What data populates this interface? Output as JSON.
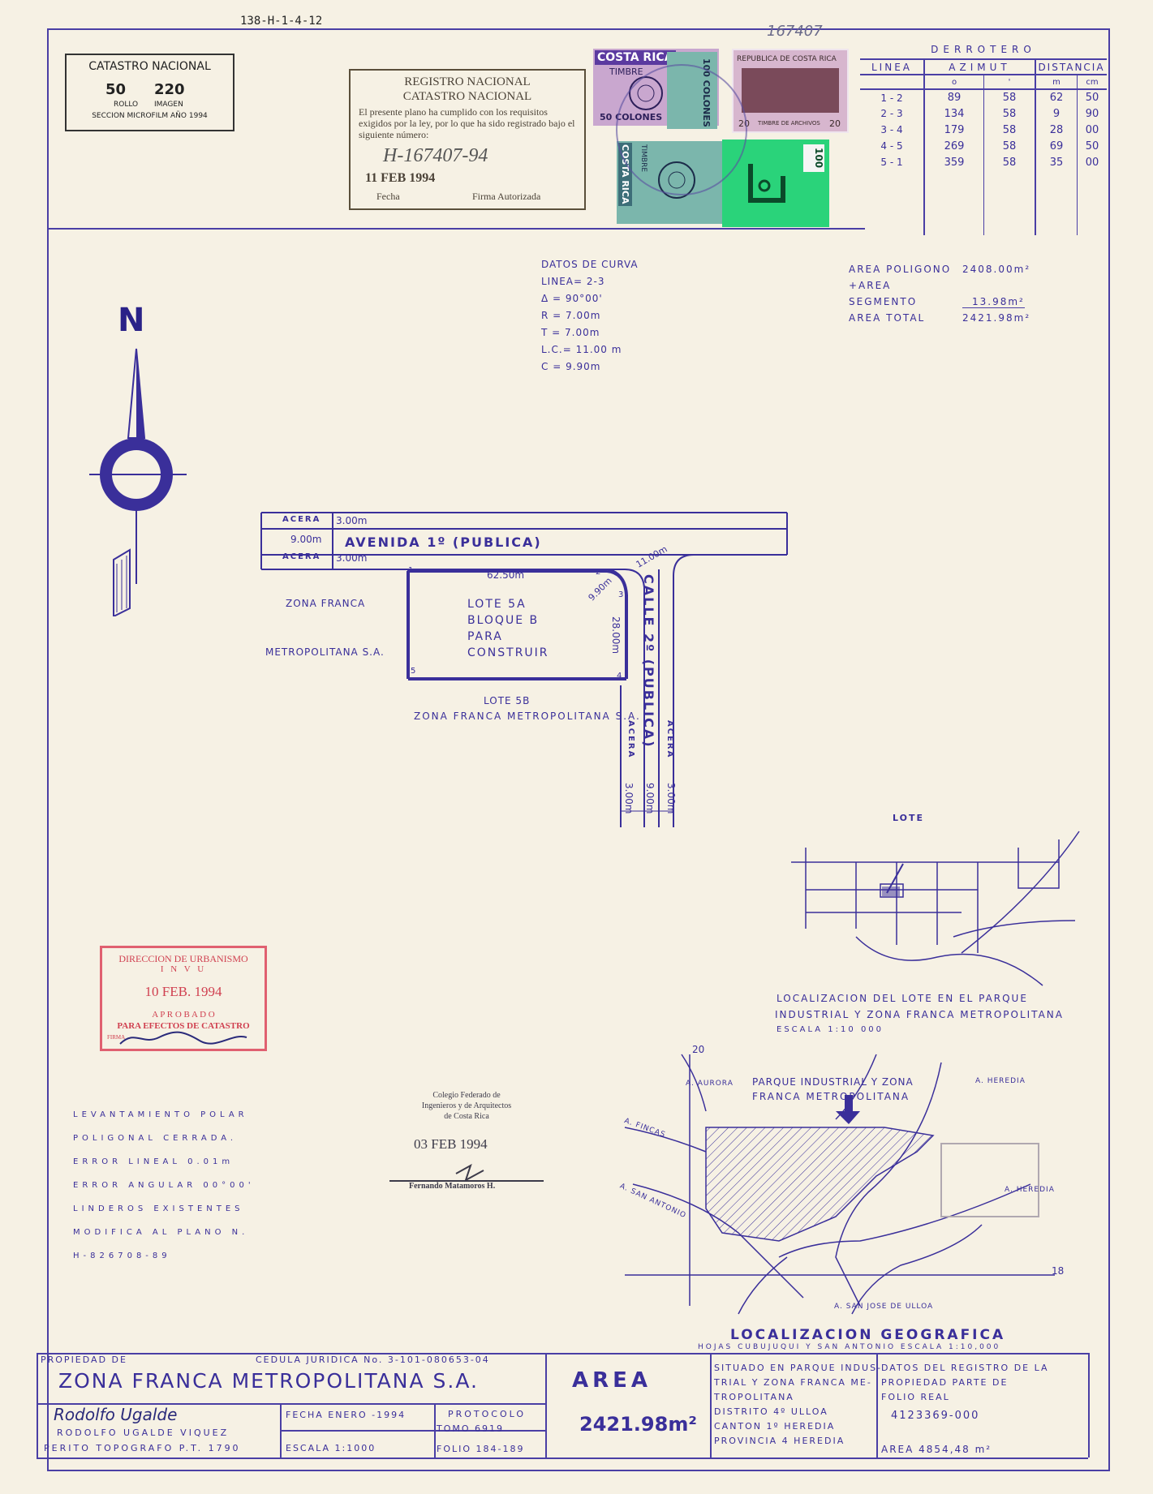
{
  "top_ref": "138-H-1-4-12",
  "handwritten_number": "167407",
  "catastro_box": {
    "title": "CATASTRO NACIONAL",
    "rollo": "50",
    "imagen": "220",
    "rollo_label": "ROLLO",
    "imagen_label": "IMAGEN",
    "footer": "SECCION MICROFILM AÑO 1994"
  },
  "registro_stamp": {
    "line1": "REGISTRO NACIONAL",
    "line2": "CATASTRO NACIONAL",
    "text": "El presente plano ha cumplido con los requisitos exigidos por la ley, por lo que ha sido registrado bajo el siguiente número:",
    "number": "H-167407-94",
    "date": "11 FEB 1994",
    "fecha_label": "Fecha",
    "firma_label": "Firma Autorizada"
  },
  "stamps": {
    "s1_top": "COSTA RICA",
    "s1_mid": "TIMBRE",
    "s1_value": "50 COLONES",
    "s2_value": "100 COLONES",
    "s3_top": "REPUBLICA DE COSTA RICA",
    "s3_mid": "TIMBRE DE ARCHIVOS",
    "s3_value_l": "20",
    "s3_value_r": "20",
    "s4_top": "COSTA RICA",
    "s4_mid": "TIMBRE",
    "s5_value": "100"
  },
  "derrotero": {
    "title": "DERROTERO",
    "headers": [
      "LINEA",
      "AZIMUT",
      "DISTANCIA"
    ],
    "subheaders": [
      "",
      "o",
      "'",
      "m",
      "cm"
    ],
    "rows": [
      [
        "1 - 2",
        "89",
        "58",
        "62",
        "50"
      ],
      [
        "2 - 3",
        "134",
        "58",
        "9",
        "90"
      ],
      [
        "3 - 4",
        "179",
        "58",
        "28",
        "00"
      ],
      [
        "4 - 5",
        "269",
        "58",
        "69",
        "50"
      ],
      [
        "5 - 1",
        "359",
        "58",
        "35",
        "00"
      ]
    ]
  },
  "curva": {
    "title": "DATOS DE CURVA",
    "lines": [
      "LINEA= 2-3",
      "Δ = 90°00'",
      "R = 7.00m",
      "T = 7.00m",
      "L.C.= 11.00 m",
      "C = 9.90m"
    ]
  },
  "areas": {
    "poligono_label": "AREA POLIGONO",
    "poligono_value": "2408.00m²",
    "segmento_label": "+AREA SEGMENTO",
    "segmento_value": "13.98m²",
    "total_label": "AREA TOTAL",
    "total_value": "2421.98m²"
  },
  "north": "N",
  "plan": {
    "acera": "ACERA",
    "acera_w": "3.00m",
    "road_w": "9.00m",
    "avenida": "AVENIDA 1º (PUBLICA)",
    "calle": "CALLE 2º (PUBLICA)",
    "dist_top": "62.50m",
    "dist_curve": "9.90m",
    "dist_11": "11.00m",
    "dist_right": "28.00m",
    "lote": [
      "LOTE 5A",
      "BLOQUE B",
      "PARA",
      "CONSTRUIR"
    ],
    "left1": "ZONA FRANCA",
    "left2": "METROPOLITANA S.A.",
    "below1": "LOTE 5B",
    "below2": "ZONA FRANCA METROPOLITANA S.A.",
    "p1": "1",
    "p2": "2",
    "p3": "3",
    "p4": "4",
    "p5": "5"
  },
  "mini_map": {
    "lote_label": "LOTE",
    "caption1": "LOCALIZACION DEL LOTE EN EL PARQUE",
    "caption2": "INDUSTRIAL Y ZONA FRANCA METROPOLITANA",
    "scale": "ESCALA 1:10 000"
  },
  "urbanismo_stamp": {
    "line1": "DIRECCION DE URBANISMO",
    "line2": "I N V U",
    "date": "10 FEB. 1994",
    "line3": "A P R O B A D O",
    "line4": "PARA EFECTOS DE CATASTRO",
    "firma": "FIRMA"
  },
  "colegio_stamp": {
    "line1": "Colegio Federado de",
    "line2": "Ingenieros y de Arquitectos",
    "line3": "de Costa Rica",
    "date": "03 FEB 1994",
    "name": "Fernando Matamoros H."
  },
  "notes": [
    "LEVANTAMIENTO POLAR",
    "POLIGONAL CERRADA.",
    "ERROR LINEAL 0.01m",
    "ERROR ANGULAR 00°00'",
    "LINDEROS EXISTENTES",
    "MODIFICA AL PLANO N.",
    "H-826708-89"
  ],
  "geo_map": {
    "n20": "20",
    "n18": "18",
    "aurora": "A. AURORA",
    "heredia_top": "A. HEREDIA",
    "fincas": "A. FINCAS",
    "san_antonio": "A. SAN ANTONIO",
    "heredia_right": "A. HEREDIA",
    "san_jose": "A. SAN JOSE DE ULLOA",
    "parque1": "PARQUE INDUSTRIAL Y ZONA",
    "parque2": "FRANCA METROPOLITANA",
    "title": "LOCALIZACION GEOGRAFICA",
    "subtitle": "HOJAS CUBUJUQUI Y SAN ANTONIO ESCALA 1:10,000"
  },
  "title_block": {
    "propiedad_label": "PROPIEDAD DE",
    "cedula": "CEDULA JURIDICA No. 3-101-080653-04",
    "owner": "ZONA FRANCA METROPOLITANA S.A.",
    "area_label": "AREA",
    "area_value": "2421.98m²",
    "situado": [
      "SITUADO EN PARQUE INDUS-",
      "TRIAL Y ZONA FRANCA ME-",
      "TROPOLITANA",
      "DISTRITO 4º ULLOA",
      "CANTON 1º HEREDIA",
      "PROVINCIA 4 HEREDIA"
    ],
    "registro": [
      "DATOS DEL REGISTRO DE LA",
      "PROPIEDAD PARTE DE",
      "FOLIO REAL"
    ],
    "folio_real": "4123369-000",
    "registro_area": "AREA 4854,48 m²",
    "surveyor_sig": "Rodolfo Ugalde",
    "surveyor_name": "RODOLFO UGALDE VIQUEZ",
    "surveyor_title": "PERITO TOPOGRAFO P.T. 1790",
    "fecha": "FECHA ENERO -1994",
    "escala": "ESCALA 1:1000",
    "protocolo": "PROTOCOLO",
    "tomo": "TOMO 6919",
    "folio": "FOLIO 184-189"
  }
}
